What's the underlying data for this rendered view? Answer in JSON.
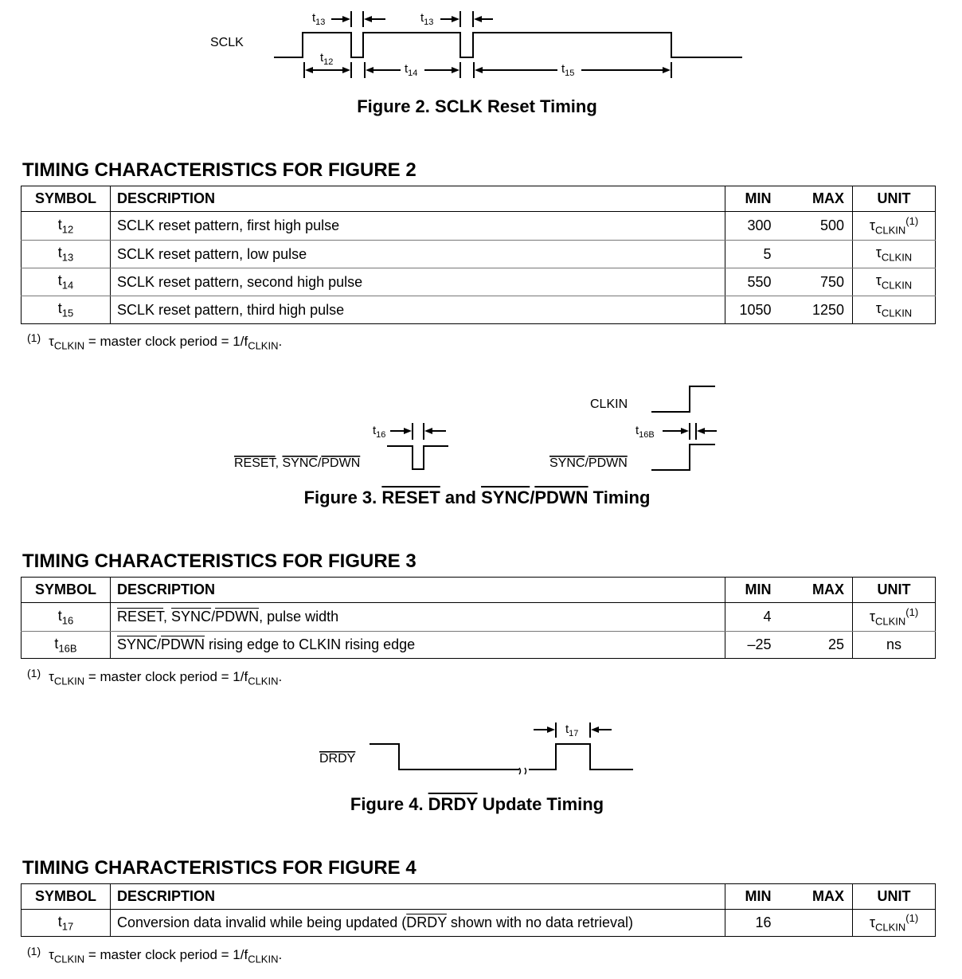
{
  "figure2": {
    "signal": "SCLK",
    "labels": {
      "t13a": "13",
      "t13b": "13",
      "t12": "12",
      "t14": "14",
      "t15": "15"
    },
    "caption": "Figure 2. SCLK Reset Timing"
  },
  "table2": {
    "title": "TIMING CHARACTERISTICS FOR FIGURE 2",
    "headers": {
      "symbol": "SYMBOL",
      "description": "DESCRIPTION",
      "min": "MIN",
      "max": "MAX",
      "unit": "UNIT"
    },
    "rows": [
      {
        "sym": "12",
        "desc": "SCLK reset pattern, first high pulse",
        "min": "300",
        "max": "500",
        "note": "(1)"
      },
      {
        "sym": "13",
        "desc": "SCLK reset pattern, low pulse",
        "min": "5",
        "max": "",
        "note": ""
      },
      {
        "sym": "14",
        "desc": "SCLK reset pattern, second high pulse",
        "min": "550",
        "max": "750",
        "note": ""
      },
      {
        "sym": "15",
        "desc": "SCLK reset pattern, third high pulse",
        "min": "1050",
        "max": "1250",
        "note": ""
      }
    ],
    "footnote": {
      "mark": "(1)",
      "text": " = master clock period = 1/f"
    }
  },
  "figure3": {
    "left_signal_a": "RESET",
    "left_signal_sep": ", ",
    "left_signal_b": "SYNC",
    "left_signal_c": "PDWN",
    "t16_sub": "16",
    "clkin_label": "CLKIN",
    "right_signal_a": "SYNC",
    "right_signal_b": "PDWN",
    "t16b_sub": "16B",
    "caption_prefix": "Figure 3. ",
    "caption_reset": "RESET",
    "caption_and": " and ",
    "caption_sync": "SYNC",
    "caption_pdwn": "PDWN",
    "caption_suffix": " Timing"
  },
  "table3": {
    "title": "TIMING CHARACTERISTICS FOR FIGURE 3",
    "headers": {
      "symbol": "SYMBOL",
      "description": "DESCRIPTION",
      "min": "MIN",
      "max": "MAX",
      "unit": "UNIT"
    },
    "row1": {
      "sym": "16",
      "desc_reset": "RESET",
      "desc_sync": "SYNC",
      "desc_pdwn": "PDWN",
      "desc_rest": ", pulse width",
      "min": "4",
      "max": "",
      "note": "(1)"
    },
    "row2": {
      "sym": "16B",
      "desc_sync": "SYNC",
      "desc_pdwn": "PDWN",
      "desc_rest": " rising edge to CLKIN rising edge",
      "min": "–25",
      "max": "25",
      "unit": "ns"
    },
    "footnote": {
      "mark": "(1)",
      "text": " = master clock period = 1/f"
    }
  },
  "figure4": {
    "signal": "DRDY",
    "t17_sub": "17",
    "caption_prefix": "Figure 4. ",
    "caption_drdy": "DRDY",
    "caption_suffix": " Update Timing"
  },
  "table4": {
    "title": "TIMING CHARACTERISTICS FOR FIGURE 4",
    "headers": {
      "symbol": "SYMBOL",
      "description": "DESCRIPTION",
      "min": "MIN",
      "max": "MAX",
      "unit": "UNIT"
    },
    "row": {
      "sym": "17",
      "desc_a": "Conversion data invalid while being updated (",
      "desc_drdy": "DRDY",
      "desc_b": " shown with no data retrieval)",
      "min": "16",
      "max": "",
      "note": "(1)"
    },
    "footnote": {
      "mark": "(1)",
      "text": " = master clock period = 1/f"
    }
  },
  "common": {
    "t": "t",
    "tau_unit": "τ",
    "unit_sub": "CLKIN",
    "slash": "/",
    "fn_end": "."
  }
}
